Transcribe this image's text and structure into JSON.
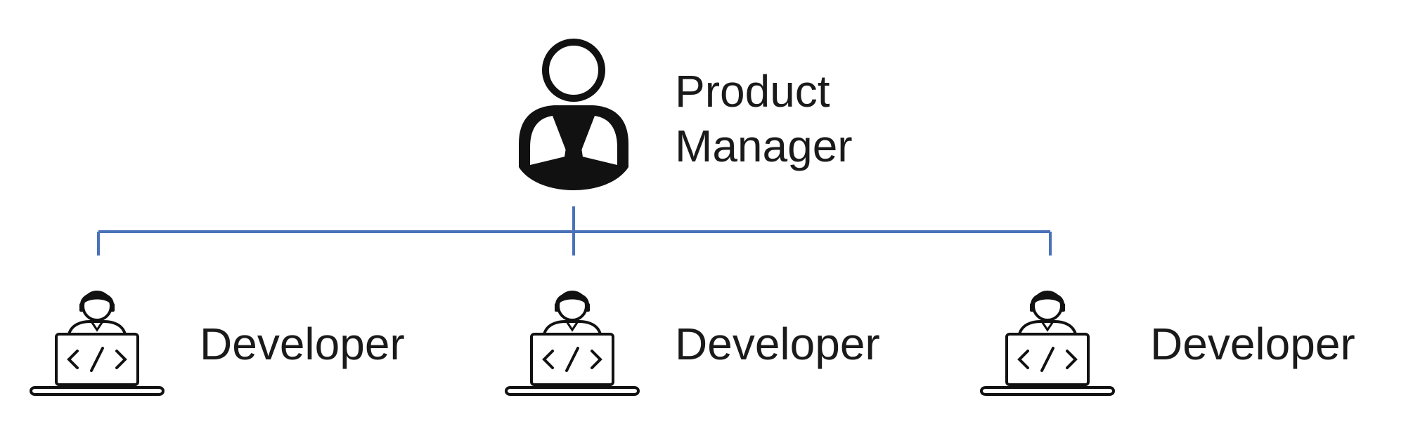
{
  "manager": {
    "label_line1": "Product",
    "label_line2": "Manager",
    "icon": "manager-icon"
  },
  "developers": [
    {
      "label": "Developer",
      "icon": "developer-laptop-icon"
    },
    {
      "label": "Developer",
      "icon": "developer-laptop-icon"
    },
    {
      "label": "Developer",
      "icon": "developer-laptop-icon"
    }
  ],
  "colors": {
    "connector": "#4a72b8",
    "icon": "#111111"
  }
}
